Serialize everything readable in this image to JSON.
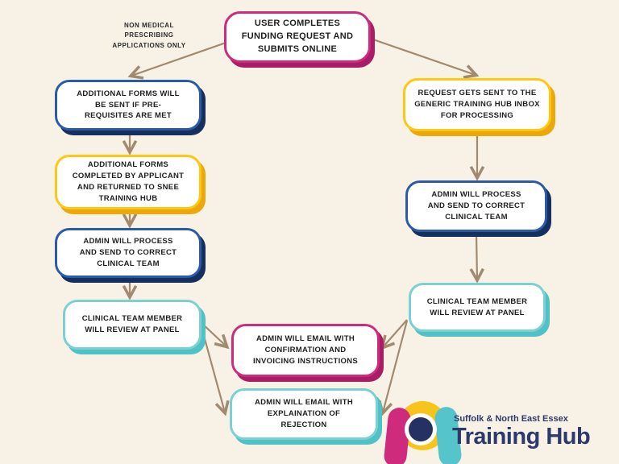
{
  "canvas": {
    "background": "#f8f1e6"
  },
  "annotation": {
    "text": "NON MEDICAL PRESCRIBING APPLICATIONS ONLY"
  },
  "nodes": {
    "start": {
      "label": "USER COMPLETES FUNDING REQUEST AND SUBMITS ONLINE",
      "color": "pink"
    },
    "left-forms": {
      "label": "ADDITIONAL FORMS WILL BE SENT IF PRE-REQUISITES ARE MET",
      "color": "blue"
    },
    "left-returned": {
      "label": "ADDITIONAL FORMS COMPLETED BY APPLICANT AND RETURNED TO SNEE TRAINING HUB",
      "color": "yellow"
    },
    "left-admin": {
      "label": "ADMIN WILL PROCESS AND SEND TO CORRECT CLINICAL TEAM",
      "color": "blue"
    },
    "left-panel": {
      "label": "CLINICAL TEAM MEMBER WILL REVIEW AT PANEL",
      "color": "teal"
    },
    "right-inbox": {
      "label": "REQUEST GETS SENT TO THE GENERIC TRAINING HUB INBOX FOR PROCESSING",
      "color": "yellow"
    },
    "right-admin": {
      "label": "ADMIN WILL PROCESS AND SEND TO CORRECT CLINICAL TEAM",
      "color": "blue"
    },
    "right-panel": {
      "label": "CLINICAL TEAM MEMBER WILL REVIEW AT PANEL",
      "color": "teal"
    },
    "email-confirmation": {
      "label": "ADMIN WILL EMAIL WITH CONFIRMATION AND INVOICING INSTRUCTIONS",
      "color": "pink"
    },
    "email-rejection": {
      "label": "ADMIN WILL EMAIL WITH EXPLAINATION OF REJECTION",
      "color": "teal"
    }
  },
  "edges": [
    {
      "from": "start",
      "to": "left-forms"
    },
    {
      "from": "start",
      "to": "right-inbox"
    },
    {
      "from": "left-forms",
      "to": "left-returned"
    },
    {
      "from": "left-returned",
      "to": "left-admin"
    },
    {
      "from": "left-admin",
      "to": "left-panel"
    },
    {
      "from": "right-inbox",
      "to": "right-admin"
    },
    {
      "from": "right-admin",
      "to": "right-panel"
    },
    {
      "from": "left-panel",
      "to": "email-confirmation"
    },
    {
      "from": "left-panel",
      "to": "email-rejection"
    },
    {
      "from": "right-panel",
      "to": "email-confirmation"
    },
    {
      "from": "right-panel",
      "to": "email-rejection"
    }
  ],
  "colors": {
    "pink": "#ce2b7c",
    "pink_shadow": "#a91c66",
    "blue": "#2b5ba7",
    "blue_shadow": "#152f5e",
    "yellow": "#fec712",
    "yellow_shadow": "#eca80a",
    "teal": "#7cd0d2",
    "teal_shadow": "#4ec2c4",
    "arrow": "#a28a6e",
    "text": "#1f1f1f",
    "background": "#f8f1e6",
    "logo_navy": "#2c3a6b",
    "logo_yellow": "#f6c41a",
    "logo_pink": "#ce2b7c",
    "logo_teal": "#56c5cb"
  },
  "logo": {
    "region": "Suffolk & North East Essex",
    "name": "Training Hub"
  }
}
